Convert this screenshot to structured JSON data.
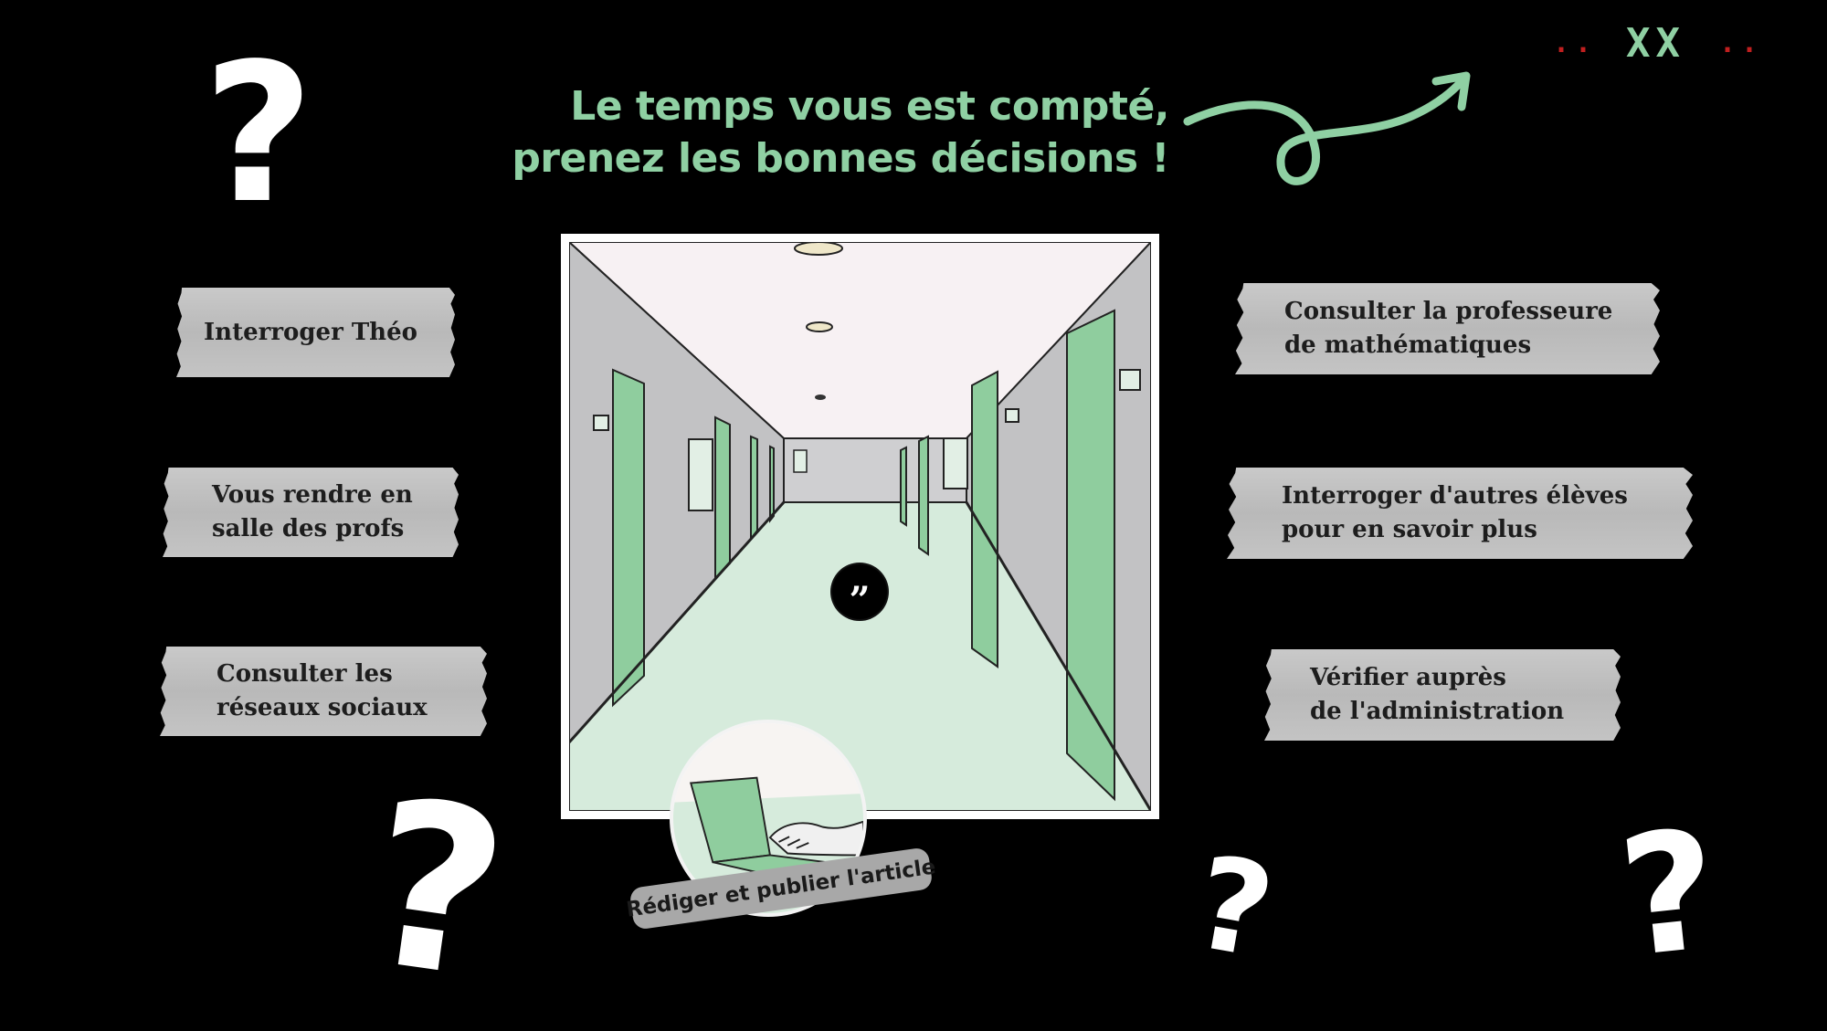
{
  "header": {
    "title_line1": "Le temps vous est compté,",
    "title_line2": "prenez les bonnes décisions !"
  },
  "hud": {
    "left_dots": "..",
    "counter": "XX",
    "right_dots": ".."
  },
  "question_mark": "?",
  "choices_left": [
    {
      "label": "Interroger Théo"
    },
    {
      "label": "Vous rendre en\nsalle des profs"
    },
    {
      "label": "Consulter les\nréseaux sociaux"
    }
  ],
  "choices_right": [
    {
      "label": "Consulter la professeure\nde mathématiques"
    },
    {
      "label": "Interroger d'autres élèves\npour en savoir plus"
    },
    {
      "label": "Vérifier auprès\nde l'administration"
    }
  ],
  "scene": {
    "quote_icon": "quote-icon",
    "quote_glyph": "”"
  },
  "publish": {
    "label": "Rédiger et publier l'article",
    "icon": "laptop-typing-icon"
  },
  "colors": {
    "accent_green": "#8fd0a3",
    "door_green": "#8fcd9e",
    "floor_green": "#d6ebdc",
    "wall_gray": "#c2c2c4",
    "tape_gray": "#c0c0c0",
    "hud_red": "#c01f1f",
    "background": "#000000"
  }
}
